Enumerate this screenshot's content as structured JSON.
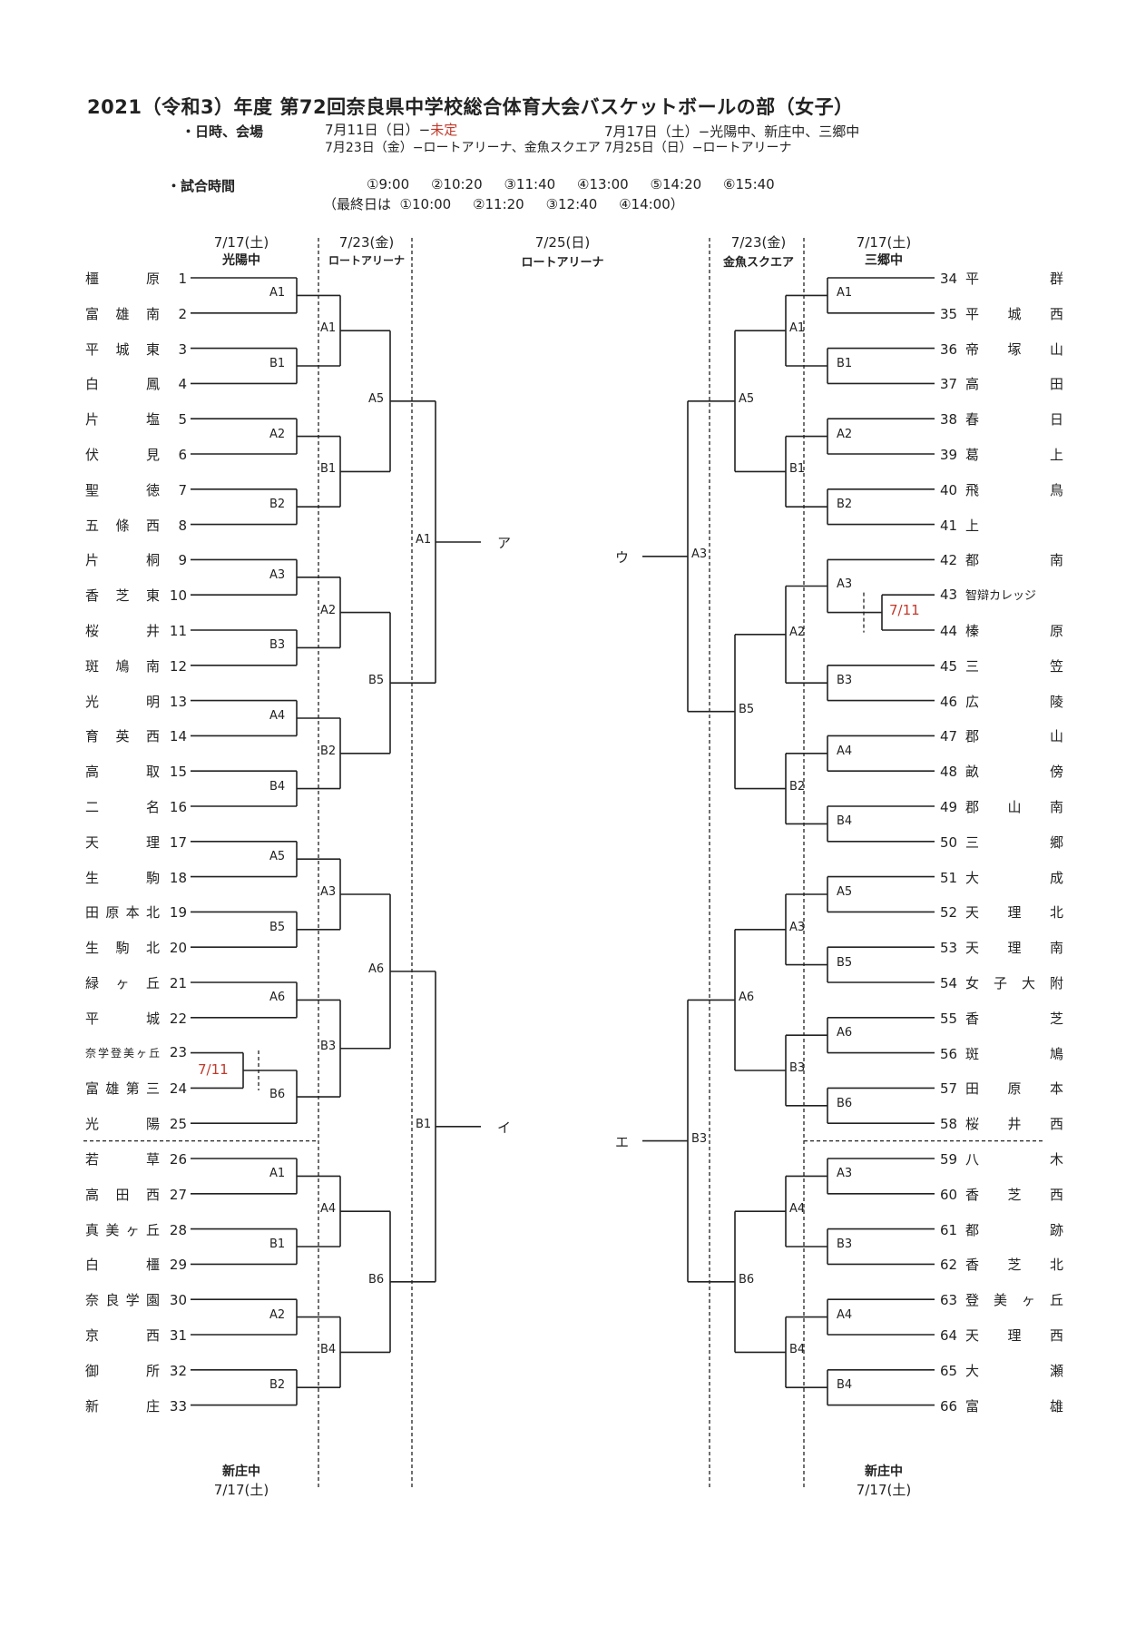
{
  "header": {
    "title": "2021（令和3）年度  第72回奈良県中学校総合体育大会バスケットボールの部（女子）",
    "dates_label": "・日時、会場",
    "date1_prefix": "7月11日（日）−",
    "date1_red": "未定",
    "date2": "7月17日（土）−光陽中、新庄中、三郷中",
    "date3": "7月23日（金）−ロートアリーナ、金魚スクエア",
    "date4": "7月25日（日）−ロートアリーナ",
    "times_label": "・試合時間",
    "times": "①9:00     ②10:20     ③11:40     ④13:00     ⑤14:20     ⑥15:40",
    "final_times": "（最終日は  ①10:00     ②11:20     ③12:40     ④14:00）"
  },
  "columns": {
    "left_r1_date": "7/17(土)",
    "left_r1_venue": "光陽中",
    "left_r3_date": "7/23(金)",
    "left_r3_venue": "ロートアリーナ",
    "final_date": "7/25(日)",
    "final_venue": "ロートアリーナ",
    "right_r3_date": "7/23(金)",
    "right_r3_venue": "金魚スクエア",
    "right_r1_date": "7/17(土)",
    "right_r1_venue": "三郷中",
    "bottom_left_venue": "新庄中",
    "bottom_left_date": "7/17(土)",
    "bottom_right_venue": "新庄中",
    "bottom_right_date": "7/17(土)"
  },
  "left_teams": [
    {
      "name": "橿原",
      "num": "1"
    },
    {
      "name": "富雄南",
      "num": "2"
    },
    {
      "name": "平城東",
      "num": "3"
    },
    {
      "name": "白鳳",
      "num": "4"
    },
    {
      "name": "片塩",
      "num": "5"
    },
    {
      "name": "伏見",
      "num": "6"
    },
    {
      "name": "聖徳",
      "num": "7"
    },
    {
      "name": "五條西",
      "num": "8"
    },
    {
      "name": "片桐",
      "num": "9"
    },
    {
      "name": "香芝東",
      "num": "10"
    },
    {
      "name": "桜井",
      "num": "11"
    },
    {
      "name": "斑鳩南",
      "num": "12"
    },
    {
      "name": "光明",
      "num": "13"
    },
    {
      "name": "育英西",
      "num": "14"
    },
    {
      "name": "高取",
      "num": "15"
    },
    {
      "name": "二名",
      "num": "16"
    },
    {
      "name": "天理",
      "num": "17"
    },
    {
      "name": "生駒",
      "num": "18"
    },
    {
      "name": "田原本北",
      "num": "19"
    },
    {
      "name": "生駒北",
      "num": "20"
    },
    {
      "name": "緑ヶ丘",
      "num": "21"
    },
    {
      "name": "平城",
      "num": "22"
    },
    {
      "name": "奈学登美ヶ丘",
      "num": "23"
    },
    {
      "name": "富雄第三",
      "num": "24"
    },
    {
      "name": "光陽",
      "num": "25"
    },
    {
      "name": "若草",
      "num": "26"
    },
    {
      "name": "高田西",
      "num": "27"
    },
    {
      "name": "真美ヶ丘",
      "num": "28"
    },
    {
      "name": "白橿",
      "num": "29"
    },
    {
      "name": "奈良学園",
      "num": "30"
    },
    {
      "name": "京西",
      "num": "31"
    },
    {
      "name": "御所",
      "num": "32"
    },
    {
      "name": "新庄",
      "num": "33"
    }
  ],
  "right_teams": [
    {
      "name": "平群",
      "num": "34"
    },
    {
      "name": "平城西",
      "num": "35"
    },
    {
      "name": "帝塚山",
      "num": "36"
    },
    {
      "name": "高田",
      "num": "37"
    },
    {
      "name": "春日",
      "num": "38"
    },
    {
      "name": "葛上",
      "num": "39"
    },
    {
      "name": "飛鳥",
      "num": "40"
    },
    {
      "name": "上",
      "num": "41"
    },
    {
      "name": "都南",
      "num": "42"
    },
    {
      "name": "智辯カレッジ",
      "num": "43"
    },
    {
      "name": "榛原",
      "num": "44"
    },
    {
      "name": "三笠",
      "num": "45"
    },
    {
      "name": "広陵",
      "num": "46"
    },
    {
      "name": "郡山",
      "num": "47"
    },
    {
      "name": "畝傍",
      "num": "48"
    },
    {
      "name": "郡山南",
      "num": "49"
    },
    {
      "name": "三郷",
      "num": "50"
    },
    {
      "name": "大成",
      "num": "51"
    },
    {
      "name": "天理北",
      "num": "52"
    },
    {
      "name": "天理南",
      "num": "53"
    },
    {
      "name": "女子大附",
      "num": "54"
    },
    {
      "name": "香芝",
      "num": "55"
    },
    {
      "name": "斑鳩",
      "num": "56"
    },
    {
      "name": "田原本",
      "num": "57"
    },
    {
      "name": "桜井西",
      "num": "58"
    },
    {
      "name": "八木",
      "num": "59"
    },
    {
      "name": "香芝西",
      "num": "60"
    },
    {
      "name": "都跡",
      "num": "61"
    },
    {
      "name": "香芝北",
      "num": "62"
    },
    {
      "name": "登美ヶ丘",
      "num": "63"
    },
    {
      "name": "天理西",
      "num": "64"
    },
    {
      "name": "大瀬",
      "num": "65"
    },
    {
      "name": "富雄",
      "num": "66"
    }
  ],
  "left_r1_labels": [
    "A1",
    "B1",
    "A2",
    "B2",
    "A3",
    "B3",
    "A4",
    "B4",
    "A5",
    "B5",
    "A6",
    "B6",
    "A1",
    "B1",
    "A2",
    "B2"
  ],
  "left_r2_labels": [
    "A1",
    "B1",
    "A2",
    "B2",
    "A3",
    "B3",
    "A4",
    "B4"
  ],
  "left_r3_labels": [
    "A5",
    "B5",
    "A6",
    "B6"
  ],
  "left_r4_labels": [
    "A1",
    "B1"
  ],
  "left_final_labels": [
    "ア",
    "イ"
  ],
  "right_r1_labels": [
    "A1",
    "B1",
    "A2",
    "B2",
    "A3",
    "B3",
    "A4",
    "B4",
    "A5",
    "B5",
    "A6",
    "B6",
    "A3",
    "B3",
    "A4",
    "B4"
  ],
  "right_r2_labels": [
    "A1",
    "B1",
    "A2",
    "B2",
    "A3",
    "B3",
    "A4",
    "B4"
  ],
  "right_r3_labels": [
    "A5",
    "B5",
    "A6",
    "B6"
  ],
  "right_r4_labels": [
    "A3",
    "B3"
  ],
  "right_final_labels": [
    "ウ",
    "エ"
  ],
  "prelim_left": "7/11",
  "prelim_right": "7/11",
  "colors": {
    "line": "#222222",
    "accent_red": "#c0392b"
  }
}
